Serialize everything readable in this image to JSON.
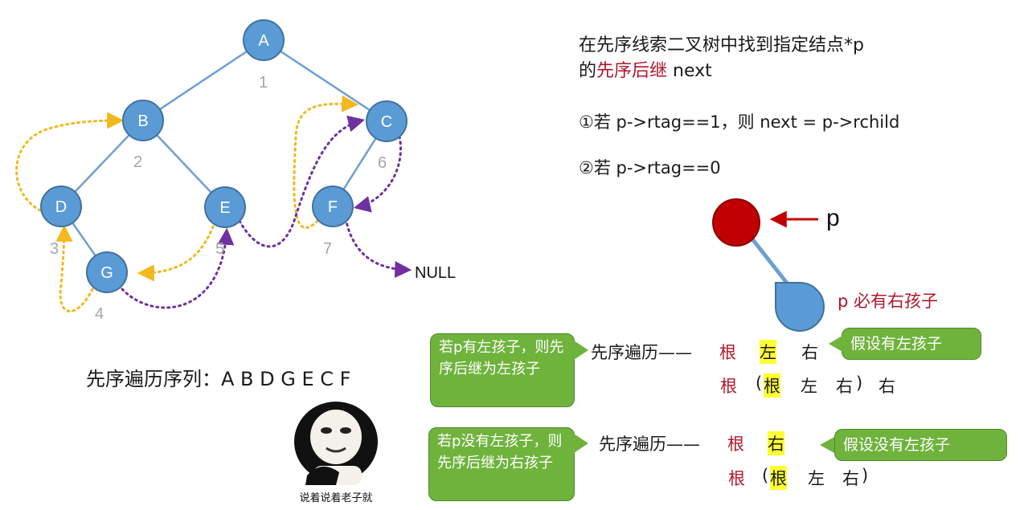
{
  "tree": {
    "nodes": [
      {
        "id": "A",
        "label": "A",
        "order": "1"
      },
      {
        "id": "B",
        "label": "B",
        "order": "2"
      },
      {
        "id": "C",
        "label": "C",
        "order": "6"
      },
      {
        "id": "D",
        "label": "D",
        "order": "3"
      },
      {
        "id": "E",
        "label": "E",
        "order": "5"
      },
      {
        "id": "F",
        "label": "F",
        "order": "7"
      },
      {
        "id": "G",
        "label": "G",
        "order": "4"
      }
    ],
    "edges": [
      [
        "A",
        "B"
      ],
      [
        "A",
        "C"
      ],
      [
        "B",
        "D"
      ],
      [
        "B",
        "E"
      ],
      [
        "C",
        "F"
      ],
      [
        "D",
        "G"
      ]
    ],
    "null_label": "NULL",
    "colors": {
      "node": "#5b9bd5",
      "node_border": "#41719c",
      "edge": "#6d9fd0",
      "thread_yellow": "#f2b81e",
      "thread_purple": "#7030a0"
    }
  },
  "sequence": "先序遍历序列：A B D G E C F",
  "title": {
    "line1": "在先序线索二叉树中找到指定结点*p",
    "line2_prefix": "的",
    "line2_highlight": "先序后继",
    "line2_suffix": " next"
  },
  "rules": {
    "rule1": "①若 p->rtag==1，则 next = p->rchild",
    "rule2": "②若 p->rtag==0"
  },
  "illustration": {
    "pointer_label": "p",
    "right_child_label": "p 必有右孩子",
    "colors": {
      "p_node": "#c00000",
      "child": "#5b9bd5"
    }
  },
  "case1": {
    "bubble": "若p有左孩子，则先序后继为左孩子",
    "label": "先序遍历——",
    "row1": {
      "root": "根",
      "left": "左",
      "right": "右"
    },
    "row2": {
      "root": "根",
      "open": "(",
      "inner_root": "根",
      "left": "左",
      "inner_right": "右",
      "close": ")",
      "right": "右"
    },
    "assumption": "假设有左孩子"
  },
  "case2": {
    "bubble": "若p没有左孩子，则先序后继为右孩子",
    "label": "先序遍历——",
    "row1": {
      "root": "根",
      "right": "右"
    },
    "row2": {
      "root": "根",
      "open": "(",
      "inner_root": "根",
      "left": "左",
      "inner_right": "右",
      "close": ")"
    },
    "assumption": "假设没有左孩子"
  },
  "meme": {
    "caption": "说着说着老子就"
  }
}
